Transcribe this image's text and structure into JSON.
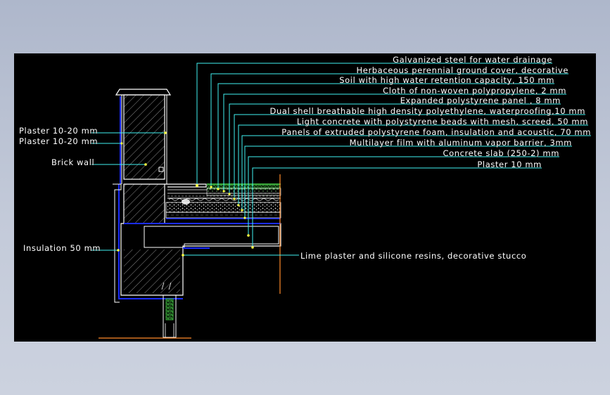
{
  "colors": {
    "canvas": "#000000",
    "leader": "#3ff2f2",
    "structure": "#ffffff",
    "brick_hatch": "#8a8a8a",
    "blue_membrane": "#1a2cff",
    "green_planting": "#3aa83a",
    "marker_yellow": "#ffff40",
    "orange_line": "#ff8a2a",
    "label_text": "#ffffff"
  },
  "labels": {
    "right": [
      "Galvanized steel for water drainage",
      "Herbaceous perennial ground cover, decorative",
      "Soil with high water retention capacity, 150 mm",
      "Cloth of non-woven polypropylene, 2 mm",
      "Expanded polystyrene panel , 8 mm",
      "Dual shell breathable high density polyethylene, waterproofing,10 mm",
      "Light concrete with polystyrene beads with mesh, screed, 50 mm",
      "Panels of extruded polystyrene foam, insulation and acoustic, 70 mm",
      "Multilayer film with aluminum vapor barrier, 3mm",
      "Concrete slab (250-2)  mm",
      "Plaster 10 mm"
    ],
    "left": [
      "Plaster 10-20 mm",
      "Plaster 10-20 mm",
      "Brick wall",
      "Insulation 50 mm"
    ],
    "bottom": "Lime plaster and silicone resins, decorative stucco"
  }
}
